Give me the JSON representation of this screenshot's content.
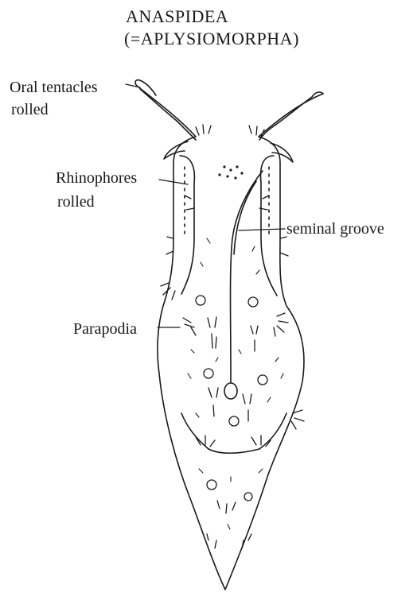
{
  "title": {
    "line1": "ANASPIDEA",
    "line2": "(=APLYSIOMORPHA)"
  },
  "labels": {
    "oral_tentacles_line1": "Oral tentacles",
    "oral_tentacles_line2": "rolled",
    "rhinophores_line1": "Rhinophores",
    "rhinophores_line2": "rolled",
    "seminal_groove": "seminal groove",
    "parapodia": "Parapodia"
  },
  "colors": {
    "ink": "#1a1a1a",
    "background": "#ffffff"
  }
}
